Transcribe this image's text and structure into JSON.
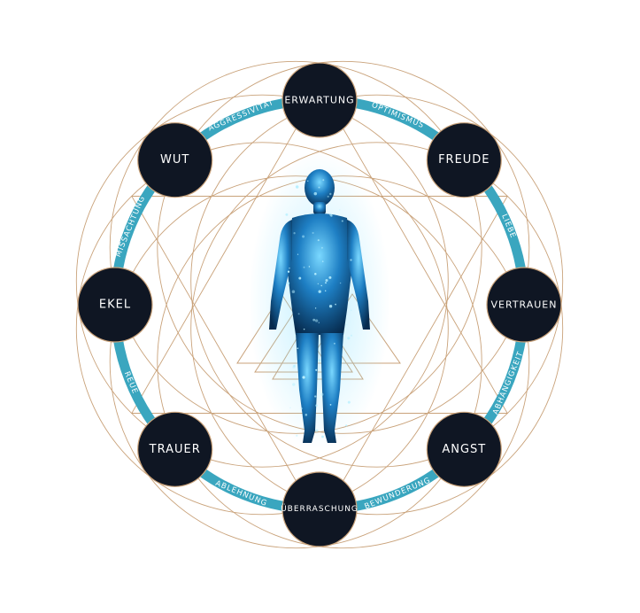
{
  "emotions": [
    {
      "id": "erwartung",
      "label": "ERWARTUNG"
    },
    {
      "id": "freude",
      "label": "FREUDE"
    },
    {
      "id": "vertrauen",
      "label": "VERTRAUEN"
    },
    {
      "id": "angst",
      "label": "ANGST"
    },
    {
      "id": "ueberraschung",
      "label": "ÜBERRASCHUNG"
    },
    {
      "id": "trauer",
      "label": "TRAUER"
    },
    {
      "id": "ekel",
      "label": "EKEL"
    },
    {
      "id": "wut",
      "label": "WUT"
    }
  ],
  "dyads": [
    {
      "id": "aggressivitaet",
      "label": "AGGRESSIVITÄT"
    },
    {
      "id": "optimismus",
      "label": "OPTIMISMUS"
    },
    {
      "id": "liebe",
      "label": "LIEBE"
    },
    {
      "id": "abhaengigkeit",
      "label": "ABHÄNGIGKEIT"
    },
    {
      "id": "bewunderung",
      "label": "BEWUNDERUNG"
    },
    {
      "id": "ablehnung",
      "label": "ABLEHNUNG"
    },
    {
      "id": "reue",
      "label": "REUE"
    },
    {
      "id": "missachtung",
      "label": "MISSACHTUNG"
    }
  ],
  "colors": {
    "ring": "#3aa6bf",
    "node": "#0f1623",
    "node_border": "#c9a27a",
    "line": "#c9a27a",
    "figure_dark": "#0b3a66",
    "figure_light": "#5cc8ff"
  }
}
